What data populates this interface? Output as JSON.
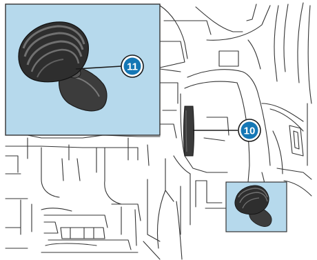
{
  "diagram": {
    "callouts": [
      {
        "id": "callout-10",
        "label": "10"
      },
      {
        "id": "callout-11",
        "label": "11"
      }
    ],
    "colors": {
      "inset_background": "#b6d9ec",
      "callout_fill": "#1577b5",
      "line": "#333333",
      "part_dark": "#3a3a3a"
    }
  }
}
